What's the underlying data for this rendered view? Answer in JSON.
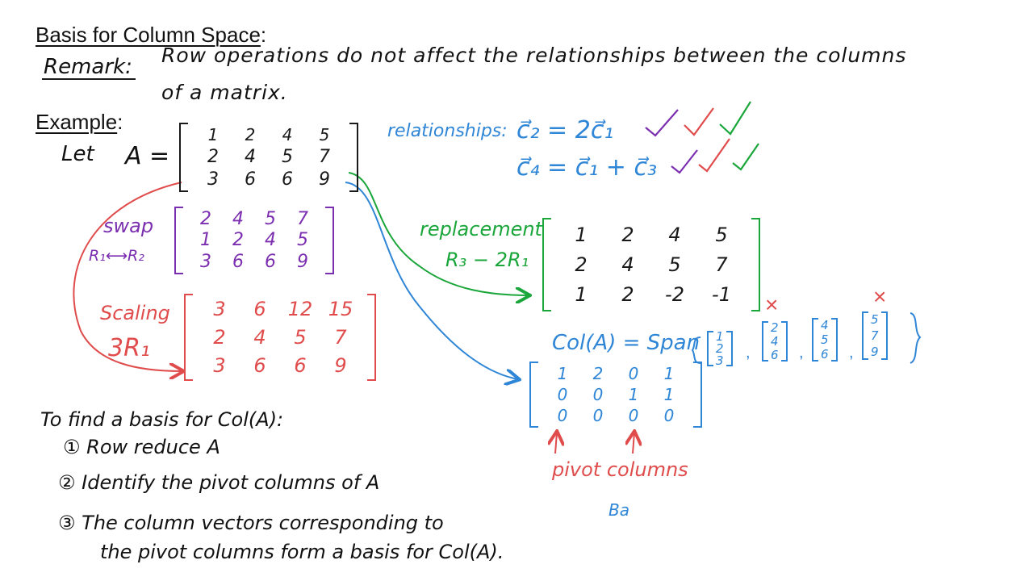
{
  "title": {
    "text": "Basis for Column Space",
    "colon": ":"
  },
  "remark": {
    "label": "Remark:",
    "line1": "Row operations do not affect the relationships between the columns",
    "line2": "of a matrix."
  },
  "example": {
    "text": "Example",
    "colon": ":"
  },
  "let_label": "Let",
  "matrix_name": "A =",
  "matrix_A": [
    [
      "1",
      "2",
      "4",
      "5"
    ],
    [
      "2",
      "4",
      "5",
      "7"
    ],
    [
      "3",
      "6",
      "6",
      "9"
    ]
  ],
  "relationships": {
    "label": "relationships:",
    "eq1": "c⃗₂ = 2c⃗₁",
    "eq2": "c⃗₄ = c⃗₁ + c⃗₃",
    "checks": [
      "✓",
      "✓",
      "✓"
    ]
  },
  "swap": {
    "label": "swap",
    "op": "R₁⟷R₂",
    "matrix": [
      [
        "2",
        "4",
        "5",
        "7"
      ],
      [
        "1",
        "2",
        "4",
        "5"
      ],
      [
        "3",
        "6",
        "6",
        "9"
      ]
    ]
  },
  "replacement": {
    "label": "replacement",
    "op": "R₃ − 2R₁",
    "matrix": [
      [
        "1",
        "2",
        "4",
        "5"
      ],
      [
        "2",
        "4",
        "5",
        "7"
      ],
      [
        "1",
        "2",
        "-2",
        "-1"
      ]
    ]
  },
  "scaling": {
    "label": "Scaling",
    "op": "3R₁",
    "matrix": [
      [
        "3",
        "6",
        "12",
        "15"
      ],
      [
        "2",
        "4",
        "5",
        "7"
      ],
      [
        "3",
        "6",
        "6",
        "9"
      ]
    ]
  },
  "colA": {
    "prefix": "Col(A) = Span",
    "vectors": [
      [
        "1",
        "2",
        "3"
      ],
      [
        "2",
        "4",
        "6"
      ],
      [
        "4",
        "5",
        "6"
      ],
      [
        "5",
        "7",
        "9"
      ]
    ],
    "cross_marks": [
      "×",
      "×"
    ]
  },
  "rref_matrix": [
    [
      "1",
      "2",
      "0",
      "1"
    ],
    [
      "0",
      "0",
      "1",
      "1"
    ],
    [
      "0",
      "0",
      "0",
      "0"
    ]
  ],
  "pivot_columns_label": "pivot columns",
  "partial_note": "Ba",
  "steps": {
    "heading": "To find a basis for Col(A):",
    "items": [
      {
        "num": "①",
        "text": "Row reduce A"
      },
      {
        "num": "②",
        "text": "Identify the pivot columns of A"
      },
      {
        "num": "③",
        "text": "The column vectors corresponding to"
      }
    ],
    "continuation": "the pivot columns form a basis for Col(A)."
  }
}
